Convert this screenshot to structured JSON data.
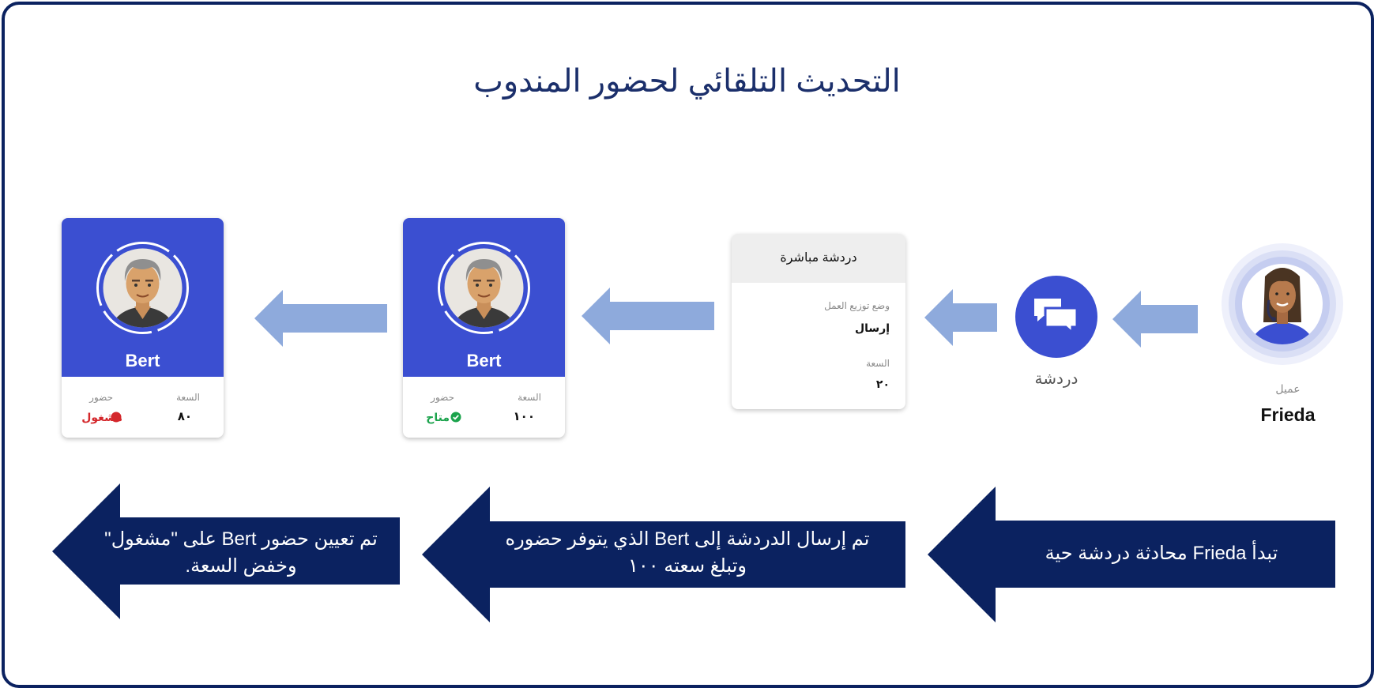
{
  "title": "التحديث التلقائي لحضور المندوب",
  "colors": {
    "navy": "#0b2260",
    "brand_blue": "#3b4fd1",
    "light_arrow": "#8eaadc",
    "busy": "#d4272b",
    "available": "#1ba34c"
  },
  "customer": {
    "role": "عميل",
    "name": "Frieda",
    "icon": "customer-avatar-icon"
  },
  "chat_channel": {
    "label": "دردشة",
    "icon": "chat-bubbles-icon"
  },
  "live_chat_card": {
    "header": "دردشة مباشرة",
    "distribution_label": "وضع توزيع العمل",
    "distribution_value": "إرسال",
    "capacity_label": "السعة",
    "capacity_value": "٢٠"
  },
  "agent_available": {
    "name": "Bert",
    "capacity_label": "السعة",
    "capacity_value": "١٠٠",
    "presence_label": "حضور",
    "presence_value": "متاح",
    "presence_icon": "check-circle-icon"
  },
  "agent_busy": {
    "name": "Bert",
    "capacity_label": "السعة",
    "capacity_value": "٨٠",
    "presence_label": "حضور",
    "presence_value": "مشغول",
    "presence_icon": "busy-dot-icon"
  },
  "steps": [
    {
      "line1": "تبدأ Frieda محادثة دردشة حية",
      "line2": ""
    },
    {
      "line1": "تم إرسال الدردشة إلى Bert الذي يتوفر حضوره",
      "line2": "وتبلغ  سعته ١٠٠"
    },
    {
      "line1": "تم تعيين حضور Bert على \"مشغول\"",
      "line2": "وخفض السعة."
    }
  ]
}
